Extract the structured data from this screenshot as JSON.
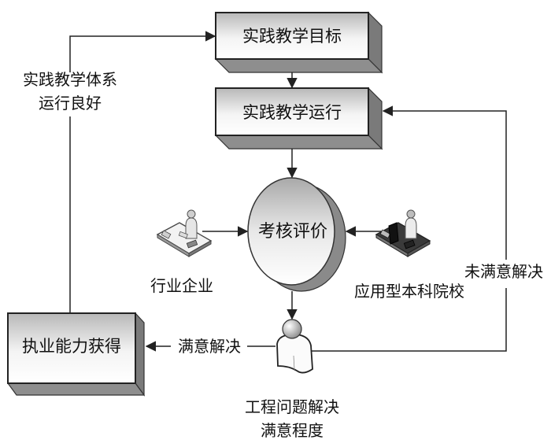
{
  "diagram": {
    "title": "",
    "nodes": {
      "goal": {
        "label": "实践教学目标"
      },
      "operation": {
        "label": "实践教学运行"
      },
      "evaluation": {
        "label": "考核评价"
      },
      "competence": {
        "label": "执业能力获得"
      },
      "industry": {
        "label": "行业企业",
        "icon": "person-at-desk-icon"
      },
      "university": {
        "label": "应用型本科院校",
        "icon": "person-at-computer-icon"
      },
      "satisfaction": {
        "label_line1": "工程问题解决",
        "label_line2": "满意程度",
        "icon": "person-icon"
      }
    },
    "edges": {
      "feedback_good": {
        "label_line1": "实践教学体系",
        "label_line2": "运行良好",
        "from": "competence",
        "to": "goal"
      },
      "goal_to_operation": {
        "from": "goal",
        "to": "operation"
      },
      "operation_to_evaluation": {
        "from": "operation",
        "to": "evaluation"
      },
      "industry_to_evaluation": {
        "from": "industry",
        "to": "evaluation"
      },
      "university_to_evaluation": {
        "from": "university",
        "to": "evaluation"
      },
      "evaluation_to_satisfaction": {
        "from": "evaluation",
        "to": "satisfaction"
      },
      "satisfied": {
        "label": "满意解决",
        "from": "satisfaction",
        "to": "competence"
      },
      "unsatisfied": {
        "label": "未满意解决",
        "from": "satisfaction",
        "to": "operation"
      }
    },
    "colors": {
      "line": "#222222",
      "box_front_top": "#bdbdbd",
      "box_front_bottom": "#ffffff",
      "box_side": "#7a7a7a",
      "box_bottom": "#8e8e8e",
      "ellipse_shadow": "#8a8a8a"
    }
  }
}
